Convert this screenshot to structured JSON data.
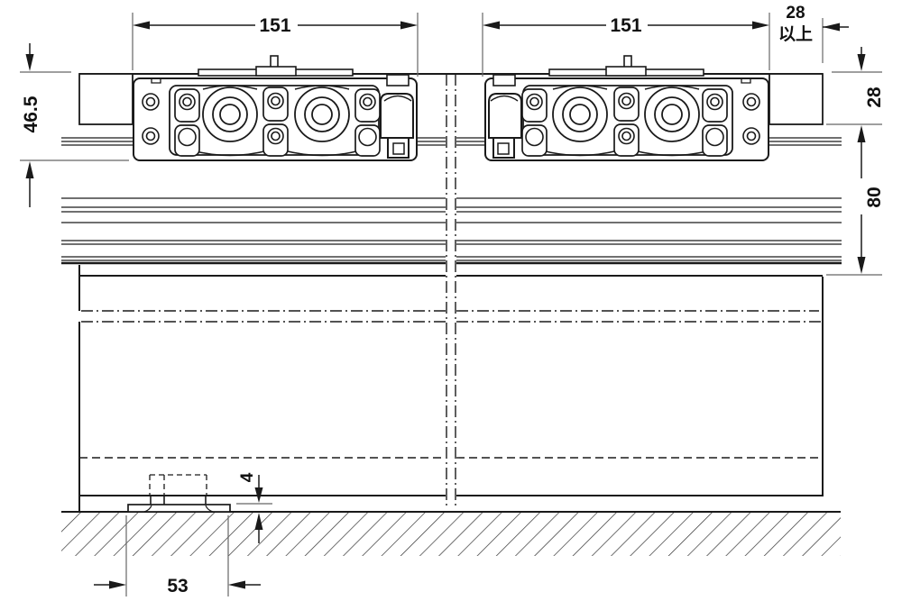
{
  "drawing": {
    "kind": "technical-installation-diagram",
    "subject": "top-hung sliding door fitting, side elevation with two roller carriages, track fascia, door panels and floor guide",
    "units_implied": "mm",
    "colors": {
      "line": "#1a1a1a",
      "extension_line": "#666666",
      "background": "#ffffff"
    }
  },
  "dims": {
    "carriage_left_length": "151",
    "carriage_right_length": "151",
    "edge_clearance_value": "28",
    "edge_clearance_suffix": "以上",
    "track_depth_left": "46.5",
    "top_band_height": "28",
    "fascia_height": "80",
    "floor_guide_height": "4",
    "floor_guide_width": "53"
  }
}
